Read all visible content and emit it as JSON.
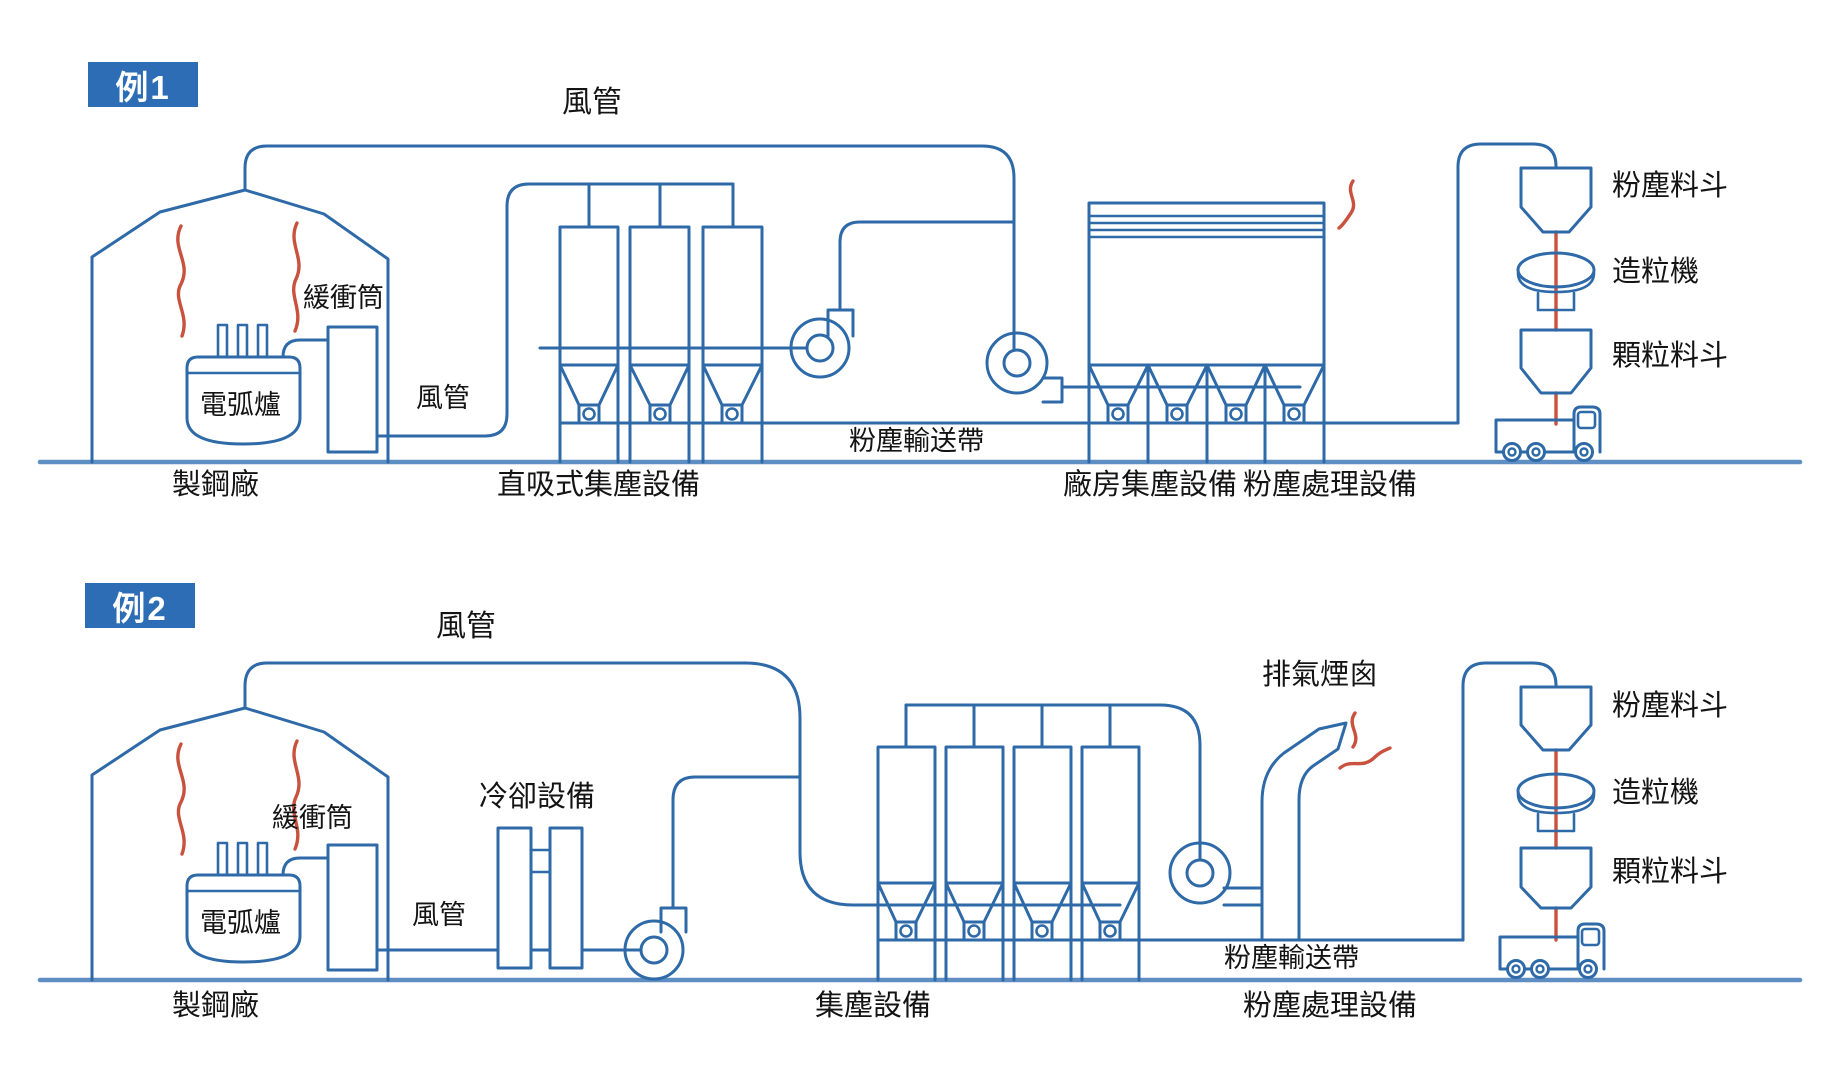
{
  "colors": {
    "line_blue": "#2f6aa8",
    "ground_blue": "#5e8ec2",
    "flow_red": "#c9523e",
    "badge_bg": "#2d6db5",
    "badge_text": "#ffffff",
    "label_text": "#141414"
  },
  "diagram1": {
    "badge": "例1",
    "labels": {
      "duct_top": "風管",
      "buffer_tank": "緩衝筒",
      "arc_furnace": "電弧爐",
      "duct_lower": "風管",
      "steel_plant": "製鋼廠",
      "direct_suction_collector": "直吸式集塵設備",
      "dust_conveyor": "粉塵輸送帶",
      "building_collector": "廠房集塵設備",
      "dust_hopper": "粉塵料斗",
      "granulator": "造粒機",
      "granule_hopper": "顆粒料斗",
      "dust_treatment": "粉塵處理設備"
    }
  },
  "diagram2": {
    "badge": "例2",
    "labels": {
      "duct_top": "風管",
      "buffer_tank": "緩衝筒",
      "arc_furnace": "電弧爐",
      "cooling_equipment": "冷卻設備",
      "duct_lower": "風管",
      "exhaust_chimney": "排氣煙囪",
      "steel_plant": "製鋼廠",
      "dust_collector": "集塵設備",
      "dust_conveyor": "粉塵輸送帶",
      "dust_hopper": "粉塵料斗",
      "granulator": "造粒機",
      "granule_hopper": "顆粒料斗",
      "dust_treatment": "粉塵處理設備"
    }
  }
}
